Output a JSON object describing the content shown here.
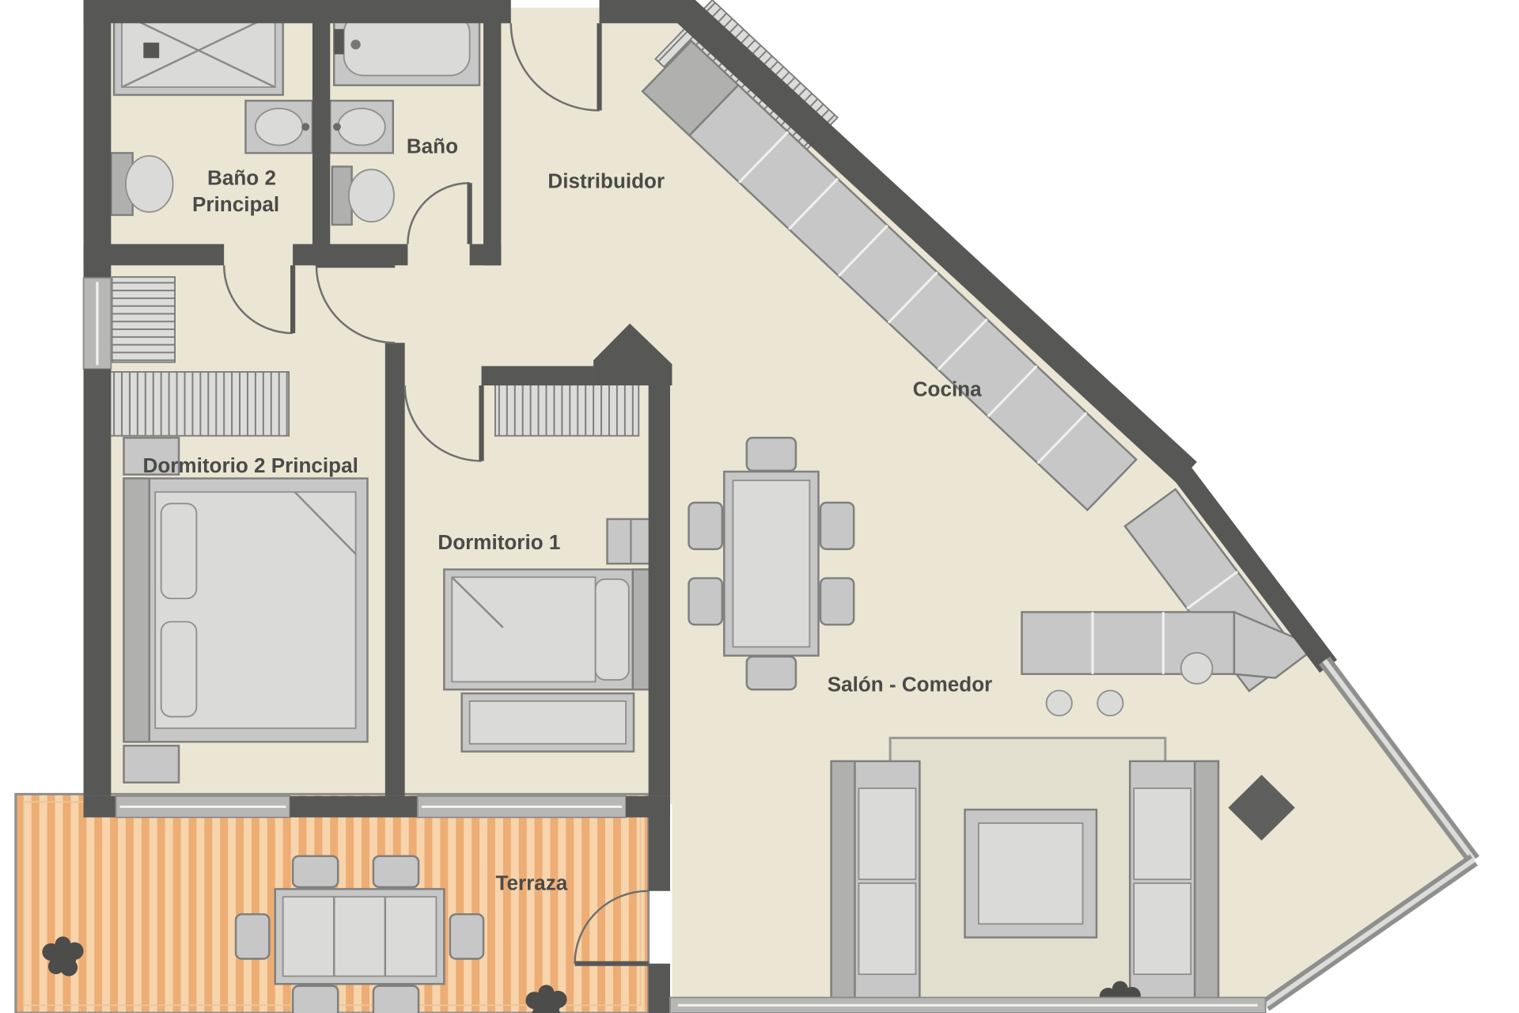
{
  "plan": {
    "rooms": {
      "bano2_line1": "Baño 2",
      "bano2_line2": "Principal",
      "bano": "Baño",
      "distribuidor": "Distribuidor",
      "cocina": "Cocina",
      "dormitorio2": "Dormitorio 2 Principal",
      "dormitorio1": "Dormitorio 1",
      "salon": "Salón - Comedor",
      "terraza": "Terraza"
    },
    "colors": {
      "floor": "#eae6d3",
      "wall": "#575756",
      "furniture": "#c7c7c7",
      "terrace_stripe_a": "#edad74",
      "terrace_stripe_b": "#f7d4ab",
      "label": "#4a4a48"
    }
  }
}
